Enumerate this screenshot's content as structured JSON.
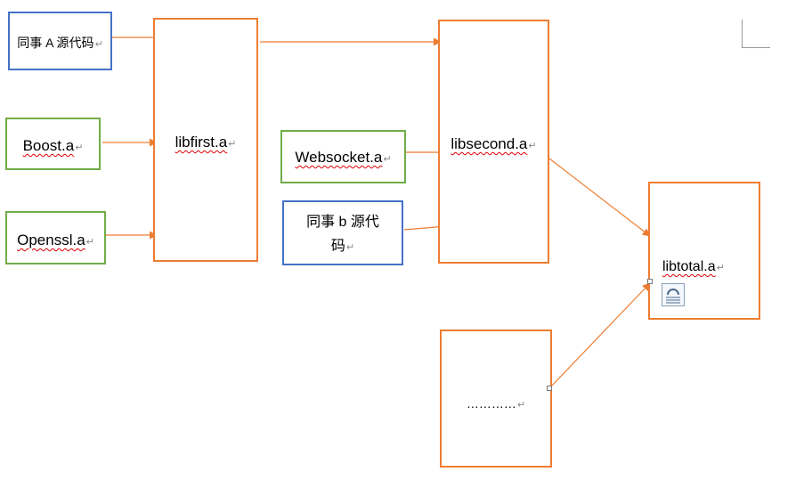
{
  "nodes": {
    "colleague_a_src": "同事 A 源代码",
    "boost": "Boost.a",
    "openssl": "Openssl.a",
    "libfirst": "libfirst.a",
    "websocket": "Websocket.a",
    "colleague_b_src_line1": "同事 b 源代",
    "colleague_b_src_line2": "码",
    "libsecond": "libsecond.a",
    "libtotal": "libtotal.a",
    "ellipsis": "…………"
  },
  "paragraph_mark": "↵",
  "colors": {
    "blue": "#4472c4",
    "green": "#70ad47",
    "orange": "#ed7d31",
    "spellcheck": "#e00000"
  },
  "icons": [
    "paragraph-mark-icon",
    "document-picture-icon"
  ]
}
